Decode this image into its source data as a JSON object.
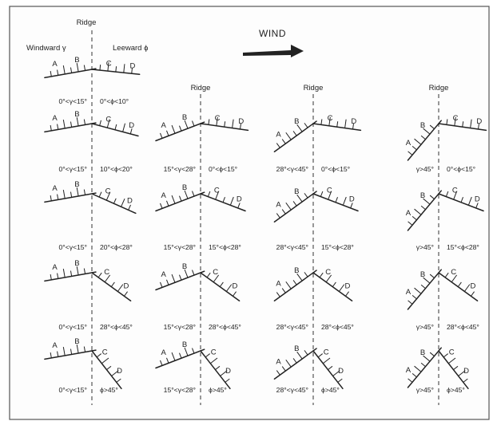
{
  "header": {
    "ridge_main": "Ridge",
    "windward": "Windward γ",
    "leeward": "Leeward ϕ",
    "wind": "WIND"
  },
  "column_ridge_labels": [
    "Ridge",
    "Ridge",
    "Ridge"
  ],
  "segment_letters": [
    "A",
    "B",
    "C",
    "D"
  ],
  "cells": [
    {
      "row": 0,
      "col": 0,
      "windward_deg": 10,
      "leeward_deg": 6,
      "gamma": "0°<γ<15°",
      "phi": "0°<ϕ<10°"
    },
    {
      "row": 1,
      "col": 0,
      "windward_deg": 10,
      "leeward_deg": 15,
      "gamma": "0°<γ<15°",
      "phi": "10°<ϕ<20°"
    },
    {
      "row": 1,
      "col": 1,
      "windward_deg": 21,
      "leeward_deg": 8,
      "gamma": "15°<γ<28°",
      "phi": "0°<ϕ<15°"
    },
    {
      "row": 1,
      "col": 2,
      "windward_deg": 36,
      "leeward_deg": 8,
      "gamma": "28°<γ<45°",
      "phi": "0°<ϕ<15°"
    },
    {
      "row": 1,
      "col": 3,
      "windward_deg": 50,
      "leeward_deg": 8,
      "gamma": "γ>45°",
      "phi": "0°<ϕ<15°"
    },
    {
      "row": 2,
      "col": 0,
      "windward_deg": 10,
      "leeward_deg": 24,
      "gamma": "0°<γ<15°",
      "phi": "20°<ϕ<28°"
    },
    {
      "row": 2,
      "col": 1,
      "windward_deg": 21,
      "leeward_deg": 21,
      "gamma": "15°<γ<28°",
      "phi": "15°<ϕ<28°"
    },
    {
      "row": 2,
      "col": 2,
      "windward_deg": 36,
      "leeward_deg": 21,
      "gamma": "28°<γ<45°",
      "phi": "15°<ϕ<28°"
    },
    {
      "row": 2,
      "col": 3,
      "windward_deg": 50,
      "leeward_deg": 21,
      "gamma": "γ>45°",
      "phi": "15°<ϕ<28°"
    },
    {
      "row": 3,
      "col": 0,
      "windward_deg": 10,
      "leeward_deg": 36,
      "gamma": "0°<γ<15°",
      "phi": "28°<ϕ<45°"
    },
    {
      "row": 3,
      "col": 1,
      "windward_deg": 21,
      "leeward_deg": 36,
      "gamma": "15°<γ<28°",
      "phi": "28°<ϕ<45°"
    },
    {
      "row": 3,
      "col": 2,
      "windward_deg": 36,
      "leeward_deg": 36,
      "gamma": "28°<γ<45°",
      "phi": "28°<ϕ<45°"
    },
    {
      "row": 3,
      "col": 3,
      "windward_deg": 50,
      "leeward_deg": 36,
      "gamma": "γ>45°",
      "phi": "28°<ϕ<45°"
    },
    {
      "row": 4,
      "col": 0,
      "windward_deg": 10,
      "leeward_deg": 52,
      "gamma": "0°<γ<15°",
      "phi": "ϕ>45°"
    },
    {
      "row": 4,
      "col": 1,
      "windward_deg": 21,
      "leeward_deg": 52,
      "gamma": "15°<γ<28°",
      "phi": "ϕ>45°"
    },
    {
      "row": 4,
      "col": 2,
      "windward_deg": 36,
      "leeward_deg": 52,
      "gamma": "28°<γ<45°",
      "phi": "ϕ>45°"
    },
    {
      "row": 4,
      "col": 3,
      "windward_deg": 50,
      "leeward_deg": 52,
      "gamma": "γ>45°",
      "phi": "ϕ>45°"
    }
  ]
}
